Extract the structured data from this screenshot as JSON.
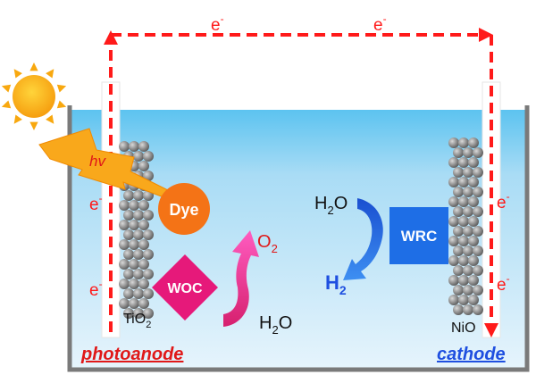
{
  "labels": {
    "electron_top_left": "e",
    "electron_top_right": "e",
    "electron_sup": "-",
    "electron_left_upper": "e",
    "electron_left_lower": "e",
    "electron_right_upper": "e",
    "electron_right_lower": "e",
    "electron_side_sup": "-",
    "hv": "hv",
    "dye": "Dye",
    "woc": "WOC",
    "wrc": "WRC",
    "o2_main": "O",
    "o2_sub": "2",
    "h2o_left_main": "H",
    "h2o_left_sub": "2",
    "h2o_left_tail": "O",
    "h2o_right_main": "H",
    "h2o_right_sub": "2",
    "h2o_right_tail": "O",
    "h2_main": "H",
    "h2_sub": "2",
    "tio2_main": "TiO",
    "tio2_sub": "2",
    "nio": "NiO",
    "photoanode": "photoanode",
    "cathode": "cathode"
  },
  "colors": {
    "electron_path": "#ff1a1a",
    "dye": "#f47316",
    "woc": "#e6197a",
    "wrc": "#1e6ee6",
    "o2_arrow": "#f0359a",
    "h2_arrow": "#1e63d8",
    "photoanode_label": "#e01818",
    "cathode_label": "#1e4fe0",
    "h2_label": "#1e4fe0",
    "o2_label": "#e01818",
    "sun": "#f8a80f",
    "lightning": "#f9a81b"
  }
}
